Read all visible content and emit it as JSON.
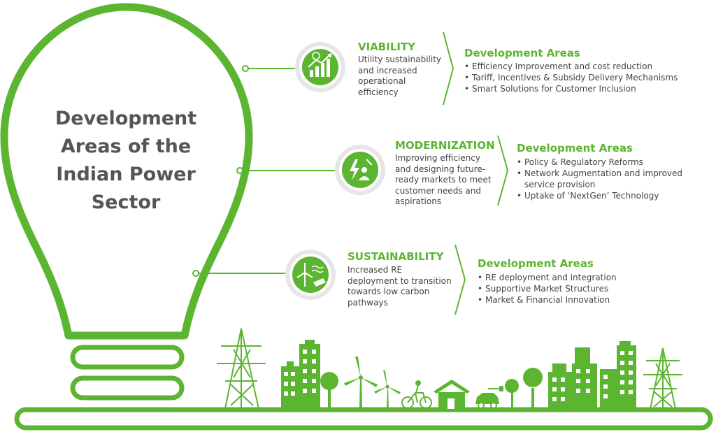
{
  "title": "Development Areas of the Indian Power Sector",
  "colors": {
    "accent": "#5cb531",
    "icon_ring": "#e6e6e6",
    "text": "#444444",
    "title_text": "#555555"
  },
  "sections": [
    {
      "title": "VIABILITY",
      "icon": "growth-chart-icon",
      "description": "Utility sustainability and increased operational efficiency",
      "dev_title": "Development Areas",
      "items": [
        "Efficiency Improvement and cost reduction",
        "Tariff, Incentives & Subsidy Delivery Mechanisms",
        "Smart Solutions for Customer Inclusion"
      ]
    },
    {
      "title": "MODERNIZATION",
      "icon": "power-customer-icon",
      "description": "Improving efficiency and designing future-ready markets to meet customer needs and aspirations",
      "dev_title": "Development Areas",
      "items": [
        "Policy & Regulatory Reforms",
        "Network Augmentation and improved service provision",
        "Uptake of ‘NextGen’ Technology"
      ]
    },
    {
      "title": "SUSTAINABILITY",
      "icon": "wind-solar-icon",
      "description": "Increased RE deployment to transition towards low carbon pathways",
      "dev_title": "Development Areas",
      "items": [
        "RE deployment and integration",
        "Supportive Market Structures",
        "Market & Financial Innovation"
      ]
    }
  ]
}
